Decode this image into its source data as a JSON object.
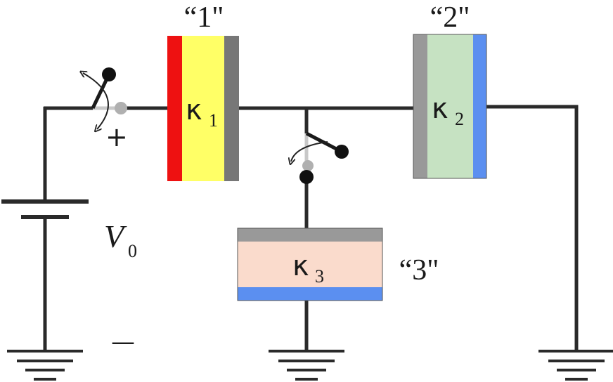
{
  "labels": {
    "cap1_name": "“1\"",
    "cap2_name": "“2\"",
    "cap3_name": "“3\"",
    "k1": "κ",
    "k1_sub": "1",
    "k2": "κ",
    "k2_sub": "2",
    "k3": "κ",
    "k3_sub": "3",
    "voltage": "V",
    "voltage_sub": "0",
    "plus": "+",
    "minus": "—"
  },
  "colors": {
    "wire": "#2a2a2a",
    "cap1_left_plate": "#ee1111",
    "cap1_dielectric": "#ffff66",
    "cap1_right_plate": "#777777",
    "cap2_left_plate": "#999999",
    "cap2_dielectric": "#c6e2c2",
    "cap2_right_plate": "#5b8ff0",
    "cap3_top_plate": "#999999",
    "cap3_dielectric": "#fadbcc",
    "cap3_bottom_plate": "#5b8ff0",
    "switch_open_contact": "#b0b0b0",
    "switch_closed_contact": "#111111"
  }
}
